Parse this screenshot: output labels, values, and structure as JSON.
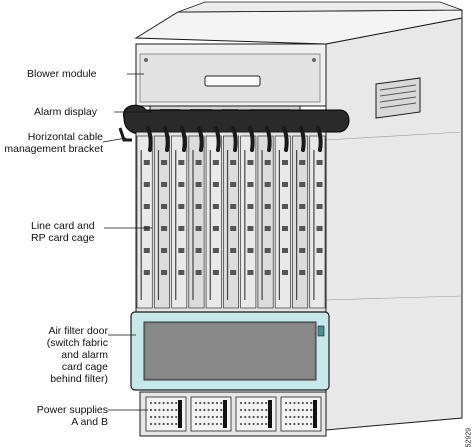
{
  "callouts": [
    {
      "id": "blower",
      "text": "Blower module"
    },
    {
      "id": "alarm",
      "text": "Alarm display"
    },
    {
      "id": "cable",
      "text": "Horizontal cable\nmanagement bracket"
    },
    {
      "id": "linecard",
      "text": "Line card and\nRP card cage"
    },
    {
      "id": "airfilter",
      "text": "Air filter door\n(switch fabric\nand alarm\ncard cage\nbehind filter)"
    },
    {
      "id": "power",
      "text": "Power supplies\nA and B"
    }
  ],
  "figure_id": "52929",
  "colors": {
    "chassis_side": "#e6e6e6",
    "chassis_front": "#f2f2f2",
    "outline": "#1a1a1a",
    "air_filter": "#c6e8ea",
    "bracket": "#2a2a2a"
  }
}
